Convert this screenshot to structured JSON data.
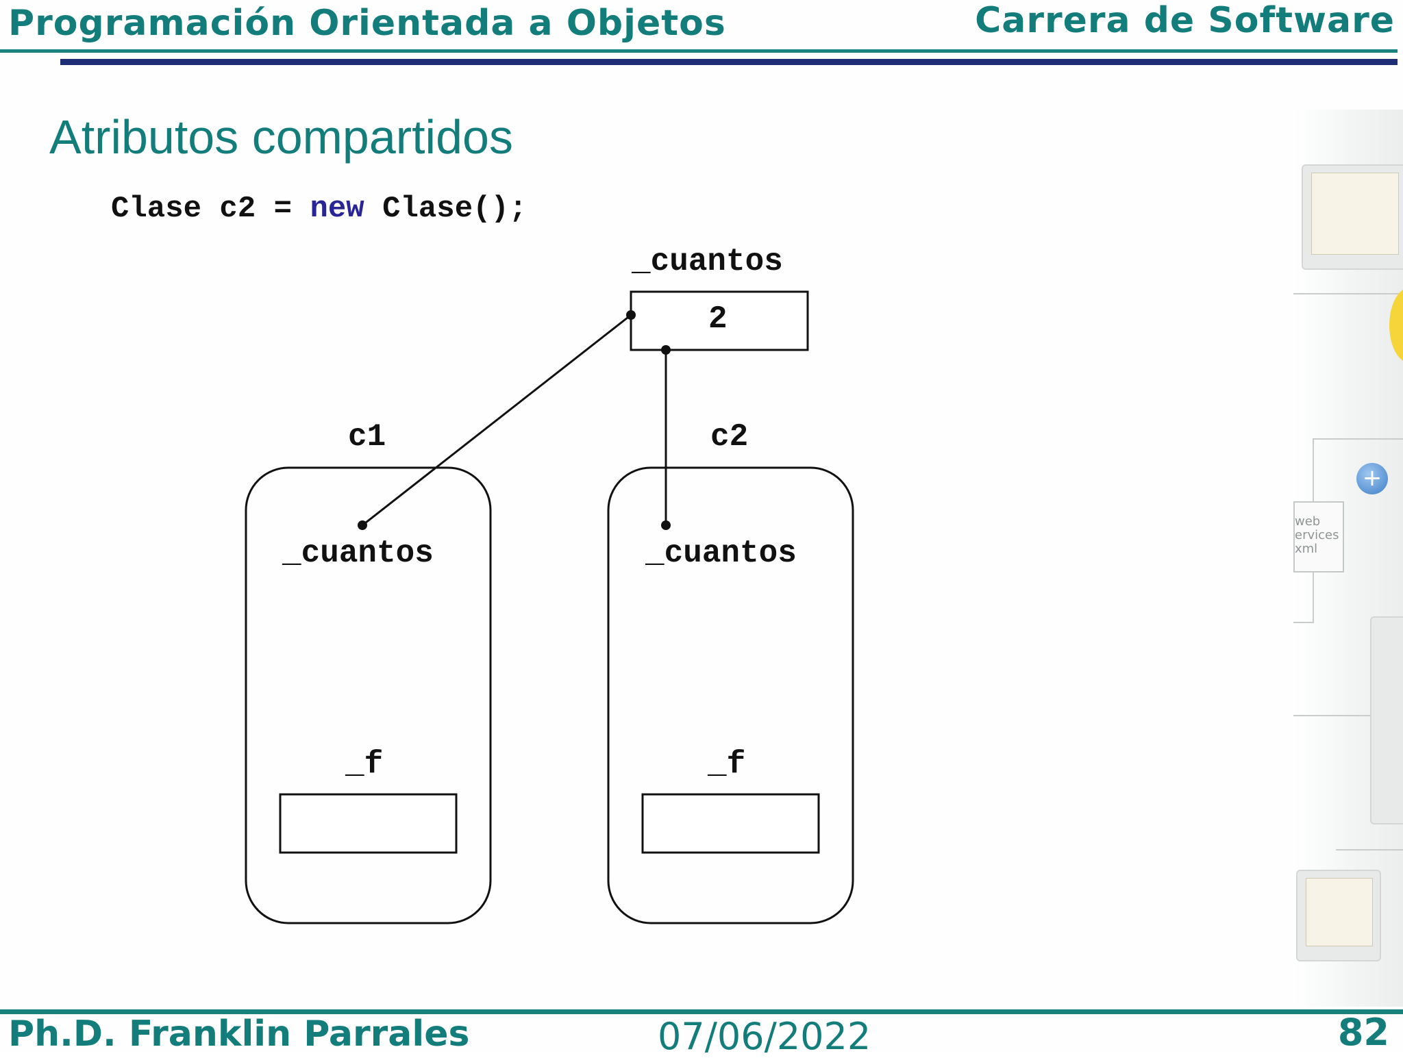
{
  "header": {
    "course_title": "Programación Orientada a Objetos",
    "program": "Carrera de Software"
  },
  "slide": {
    "title": "Atributos compartidos",
    "code": {
      "before": "Clase c2 = ",
      "keyword": "new",
      "after": " Clase();"
    }
  },
  "diagram": {
    "static_field": {
      "name": "_cuantos",
      "value": "2"
    },
    "objects": [
      {
        "name": "c1",
        "shared_field": "_cuantos",
        "instance_field": "_f",
        "instance_value": ""
      },
      {
        "name": "c2",
        "shared_field": "_cuantos",
        "instance_field": "_f",
        "instance_value": ""
      }
    ]
  },
  "decor": {
    "side_label": "web\nervices\nxml"
  },
  "footer": {
    "author": "Ph.D. Franklin Parrales",
    "date": "07/06/2022",
    "page_number": "82"
  },
  "colors": {
    "accent_teal": "#137d7b",
    "rule_navy": "#1f2d74",
    "code_keyword": "#2a2596",
    "ink": "#111111"
  }
}
